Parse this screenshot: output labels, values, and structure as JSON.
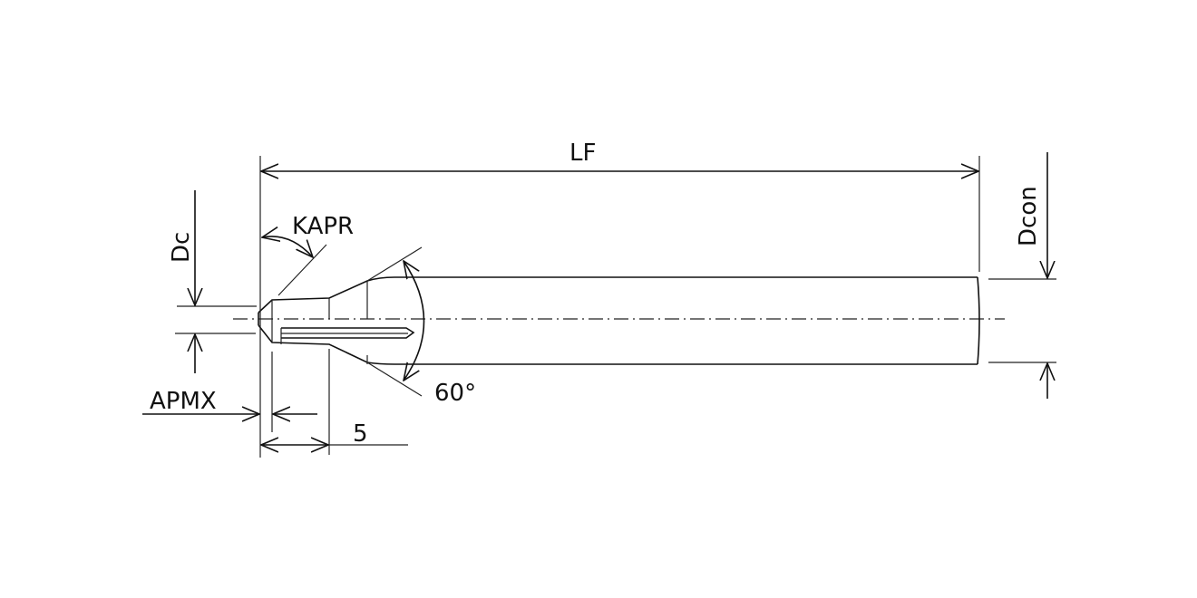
{
  "title": "Chamfer drill dimension drawing",
  "labels": {
    "lf": "LF",
    "dcon": "Dcon",
    "dc": "Dc",
    "kapr": "KAPR",
    "apmx": "APMX",
    "five": "5",
    "angle": "60°"
  },
  "colors": {
    "line": "#111111",
    "background": "#ffffff"
  }
}
